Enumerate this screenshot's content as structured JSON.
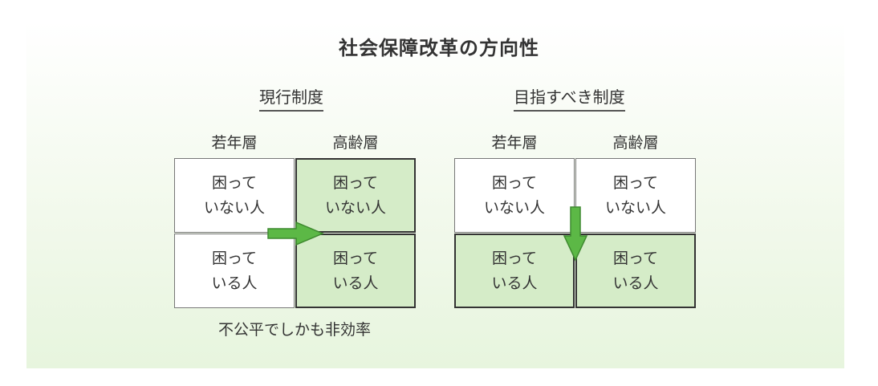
{
  "title": "社会保障改革の方向性",
  "left": {
    "subtitle": "現行制度",
    "col_young": "若年層",
    "col_old": "高齢層",
    "cells": {
      "young_ok": [
        "困って",
        "いない人"
      ],
      "old_ok": [
        "困って",
        "いない人"
      ],
      "young_need": [
        "困って",
        "いる人"
      ],
      "old_need": [
        "困って",
        "いる人"
      ]
    },
    "note": "不公平でしかも非効率"
  },
  "right": {
    "subtitle": "目指すべき制度",
    "col_young": "若年層",
    "col_old": "高齢層",
    "cells": {
      "young_ok": [
        "困って",
        "いない人"
      ],
      "old_ok": [
        "困って",
        "いない人"
      ],
      "young_need": [
        "困って",
        "いる人"
      ],
      "old_need": [
        "困って",
        "いる人"
      ]
    }
  },
  "colors": {
    "highlight": "#d5ecc8",
    "arrow": "#5cb846",
    "arrow_outline": "#3f8a30"
  }
}
